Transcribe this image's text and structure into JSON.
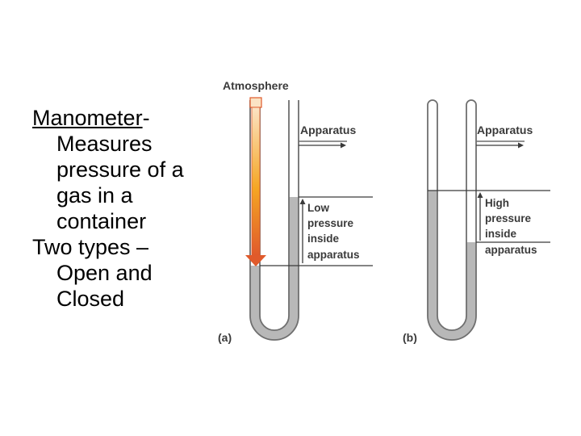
{
  "text": {
    "term": "Manometer",
    "dash": "-",
    "definition": "Measures pressure of a gas in a container",
    "types": "Two types – Open and Closed"
  },
  "figure": {
    "atmosphere_label": "Atmosphere",
    "panel_a": {
      "tag": "(a)",
      "apparatus_label": "Apparatus",
      "pressure_lines": [
        "Low",
        "pressure",
        "inside",
        "apparatus"
      ]
    },
    "panel_b": {
      "tag": "(b)",
      "apparatus_label": "Apparatus",
      "pressure_lines": [
        "High",
        "pressure",
        "inside",
        "apparatus"
      ]
    }
  },
  "colors": {
    "mercury": "#b8b8b8",
    "tube_outline": "#6f6f6f",
    "arrow_orange": "#f5a623",
    "arrow_red": "#e05a2b"
  }
}
